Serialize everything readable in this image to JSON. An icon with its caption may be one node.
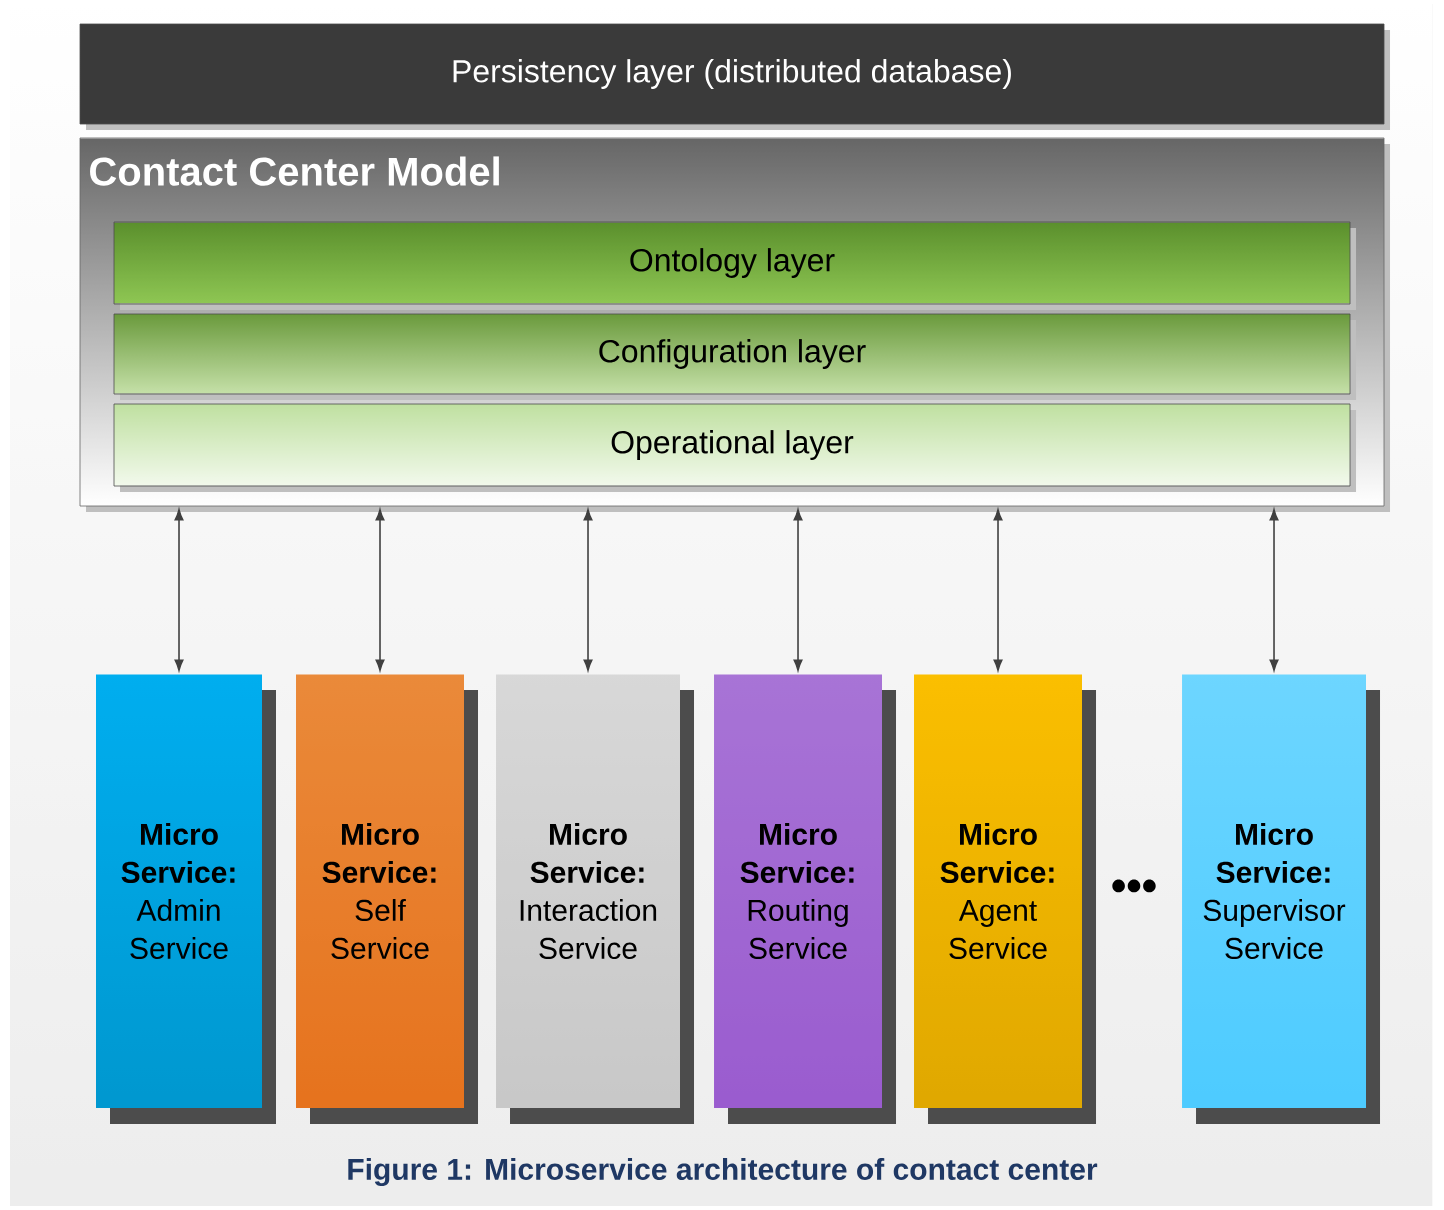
{
  "diagram": {
    "caption": "Figure 1: Microservice architecture of contact center",
    "nodes": [
      {
        "text": [
          "Persistency layer (distributed database)"
        ]
      },
      {
        "text": [
          "Contact Center Model"
        ]
      },
      {
        "text": [
          "Ontology layer"
        ],
        "in": 1
      },
      {
        "text": [
          "Configuration layer"
        ],
        "in": 1
      },
      {
        "text": [
          "Operational layer"
        ],
        "in": 1
      },
      {
        "text": [
          "**Micro Service:** Admin Service"
        ]
      },
      {
        "text": [
          "**Micro Service:** Self Service"
        ]
      },
      {
        "text": [
          "**Micro Service:** Interaction Service"
        ]
      },
      {
        "text": [
          "**Micro Service:** Routing Service"
        ]
      },
      {
        "text": [
          "**Micro Service:** Agent Service"
        ]
      },
      {
        "text": [
          "**Micro Service:** Supervisor Service"
        ]
      }
    ],
    "edges": [
      {
        "from": 1,
        "to": 5,
        "arrow": "both"
      },
      {
        "from": 1,
        "to": 6,
        "arrow": "both"
      },
      {
        "from": 1,
        "to": 7,
        "arrow": "both"
      },
      {
        "from": 1,
        "to": 8,
        "arrow": "both"
      },
      {
        "from": 1,
        "to": 9,
        "arrow": "both"
      },
      {
        "from": 1,
        "to": 10,
        "arrow": "both"
      }
    ],
    "labels": [
      "•••"
    ]
  }
}
